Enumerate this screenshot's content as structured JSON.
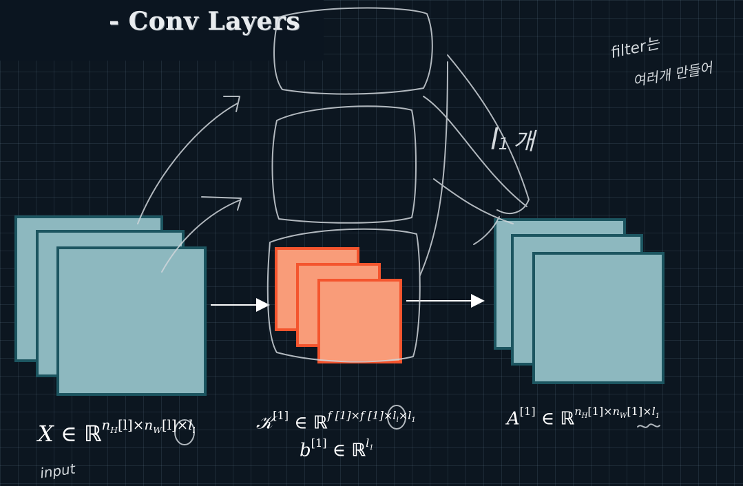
{
  "title": "- Conv Layers",
  "annotations": {
    "filter_note_1": "filter는",
    "filter_note_2": "여러개 만들어",
    "l1_count": "l",
    "l1_sub": "1",
    "l1_suffix": "개",
    "input_note": "input"
  },
  "formulas": {
    "input": {
      "base": "X ∈ ",
      "field": "ℝ",
      "exp_parts": [
        "n",
        "H",
        "[l]",
        "×n",
        "W",
        "[l]",
        "×l",
        "l"
      ]
    },
    "kernel": {
      "base": "𝒦",
      "layer": "[1]",
      "in": " ∈ ",
      "field": "ℝ",
      "exp": "f [1]×f [1]×l",
      "exp_sub": "l",
      "exp_tail": "×l",
      "exp_tail_sub": "1"
    },
    "bias": {
      "base": "b",
      "layer": "[1]",
      "in": " ∈ ",
      "field": "ℝ",
      "exp": "l",
      "exp_sub": "1"
    },
    "activation": {
      "base": "A",
      "layer": "[1]",
      "in": " ∈ ",
      "field": "ℝ",
      "exp": "n",
      "exp_H": "H",
      "exp_H_sup": "[1]",
      "exp_mid": "×n",
      "exp_W": "W",
      "exp_W_sup": "[1]",
      "exp_tail": "×l",
      "exp_tail_sub": "1"
    }
  },
  "colors": {
    "background": "#0c1620",
    "grid": "#2a3a47",
    "teal_fill": "#8db8bf",
    "teal_border": "#1c5560",
    "salmon_fill": "#f99c79",
    "salmon_border": "#f4552e",
    "chalk": "#d4d9dd"
  }
}
